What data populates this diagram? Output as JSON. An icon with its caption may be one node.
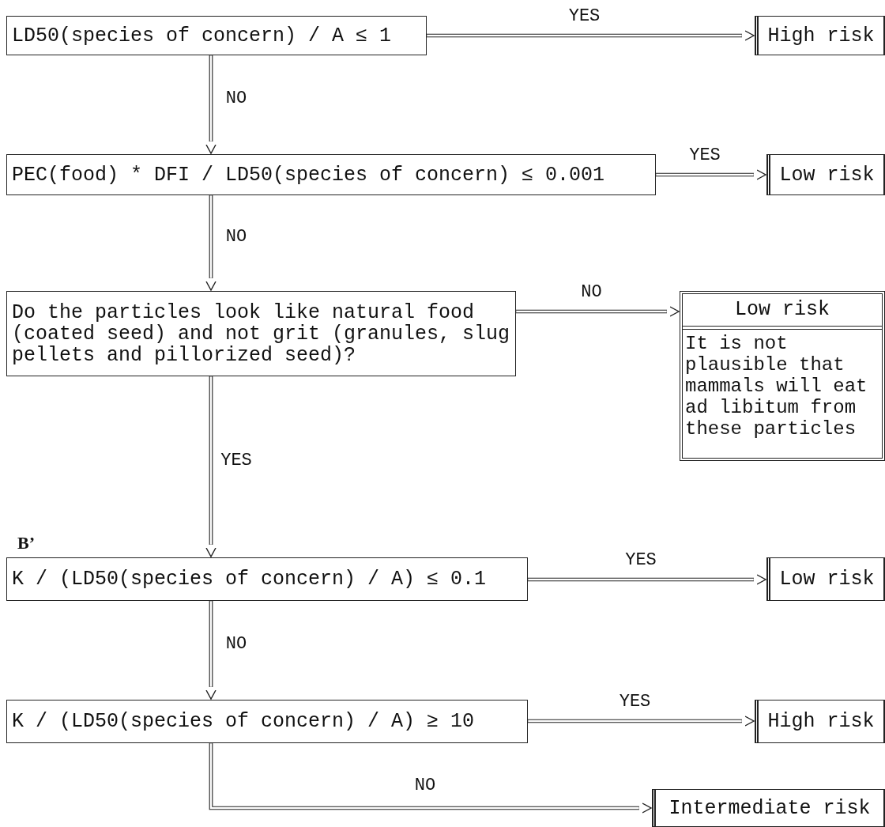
{
  "diagram": {
    "nodes": [
      {
        "text": [
          "LD50(species of concern) / A ≤ 1"
        ]
      },
      {
        "text": [
          "High risk"
        ]
      },
      {
        "text": [
          "PEC(food) * DFI / LD50(species of concern) ≤ 0.001"
        ]
      },
      {
        "text": [
          "Low risk"
        ]
      },
      {
        "text": [
          "Do the particles look like natural food (coated seed) and not grit (granules, slug pellets and pillorized seed)?"
        ]
      },
      {
        "text": [
          "Low risk",
          "It is not plausible that mammals will eat ad libitum from these particles"
        ]
      },
      {
        "text": [
          "K / (LD50(species of concern) / A) ≤ 0.1"
        ]
      },
      {
        "text": [
          "Low risk"
        ]
      },
      {
        "text": [
          "K / (LD50(species of concern) / A) ≥ 10"
        ]
      },
      {
        "text": [
          "High risk"
        ]
      },
      {
        "text": [
          "Intermediate risk"
        ]
      }
    ],
    "edges": [
      {
        "from": 0,
        "to": 1,
        "arrow": "to",
        "label": "YES"
      },
      {
        "from": 0,
        "to": 2,
        "arrow": "to",
        "label": "NO"
      },
      {
        "from": 2,
        "to": 3,
        "arrow": "to",
        "label": "YES"
      },
      {
        "from": 2,
        "to": 4,
        "arrow": "to",
        "label": "NO"
      },
      {
        "from": 4,
        "to": 5,
        "arrow": "to",
        "label": "NO"
      },
      {
        "from": 4,
        "to": 6,
        "arrow": "to",
        "label": "YES"
      },
      {
        "from": 6,
        "to": 7,
        "arrow": "to",
        "label": "YES"
      },
      {
        "from": 6,
        "to": 8,
        "arrow": "to",
        "label": "NO"
      },
      {
        "from": 8,
        "to": 9,
        "arrow": "to",
        "label": "YES"
      },
      {
        "from": 8,
        "to": 10,
        "arrow": "to",
        "label": "NO"
      }
    ],
    "labels": [
      "B’"
    ]
  }
}
